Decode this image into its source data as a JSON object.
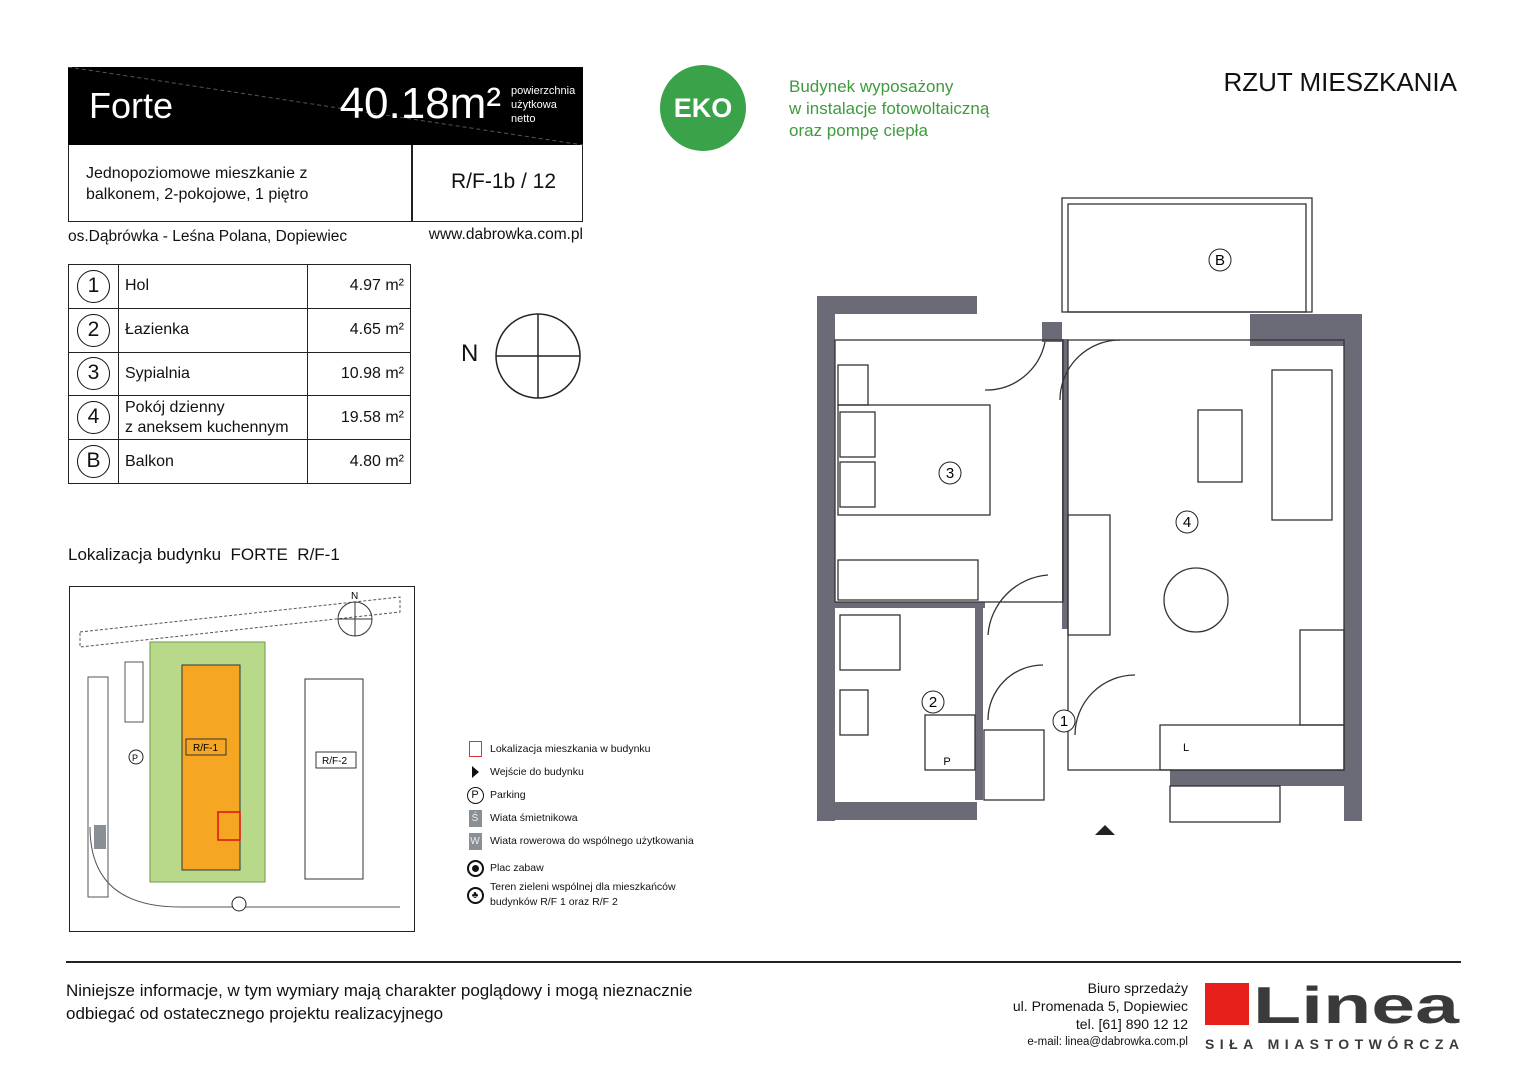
{
  "header": {
    "name": "Forte",
    "area": "40.18m²",
    "area_note": [
      "powierzchnia",
      "użytkowa",
      "netto"
    ],
    "description": [
      "Jednopoziomowe mieszkanie z",
      "balkonem, 2-pokojowe, 1 piętro"
    ],
    "code": "R/F-1b / 12",
    "location": "os.Dąbrówka - Leśna Polana, Dopiewiec",
    "website": "www.dabrowka.com.pl"
  },
  "rooms": [
    {
      "num": "1",
      "name": "Hol",
      "area": "4.97 m²"
    },
    {
      "num": "2",
      "name": "Łazienka",
      "area": "4.65 m²"
    },
    {
      "num": "3",
      "name": "Sypialnia",
      "area": "10.98 m²"
    },
    {
      "num": "4",
      "name": "Pokój dzienny\nz aneksem kuchennym",
      "area": "19.58 m²"
    },
    {
      "num": "B",
      "name": "Balkon",
      "area": "4.80 m²"
    }
  ],
  "compass": {
    "label": "N"
  },
  "eko": {
    "badge": "EKO",
    "lines": [
      "Budynek wyposażony",
      "w instalacje fotowoltaiczną",
      "oraz pompę ciepła"
    ],
    "color": "#3aa34a"
  },
  "plan_title": "RZUT MIESZKANIA",
  "plan": {
    "labels": [
      "1",
      "2",
      "3",
      "4",
      "B"
    ],
    "fixtures": {
      "fridge": "L",
      "shower_tray": "P"
    }
  },
  "location_map": {
    "title": "Lokalizacja budynku  FORTE  R/F-1",
    "north": "N",
    "buildings": [
      "R/F-1",
      "R/F-2"
    ],
    "parking": "P"
  },
  "legend": [
    {
      "icon": "red-outline-square",
      "label": "Lokalizacja mieszkania w budynku"
    },
    {
      "icon": "entrance-arrow",
      "label": "Wejście do budynku"
    },
    {
      "icon": "parking",
      "glyph": "P",
      "label": "Parking"
    },
    {
      "icon": "trash-shelter",
      "glyph": "Ś",
      "label": "Wiata śmietnikowa"
    },
    {
      "icon": "bike-shelter",
      "glyph": "W",
      "label": "Wiata rowerowa do wspólnego użytkowania"
    },
    {
      "icon": "playground",
      "label": "Plac zabaw"
    },
    {
      "icon": "green-area",
      "label": "Teren zieleni wspólnej dla mieszkańców\nbudynków R/F 1 oraz R/F 2"
    }
  ],
  "footer": {
    "disclaimer": [
      "Niniejsze informacje, w tym wymiary mają charakter poglądowy i mogą nieznacznie",
      "odbiegać od ostatecznego projektu realizacyjnego"
    ],
    "office": [
      "Biuro sprzedaży",
      "ul. Promenada 5, Dopiewiec",
      "tel. [61] 890 12 12",
      "e-mail: linea@dabrowka.com.pl"
    ],
    "logo": "Linea",
    "tagline": "SIŁA MIASTOTWÓRCZA",
    "logo_red": "#e8201c"
  }
}
